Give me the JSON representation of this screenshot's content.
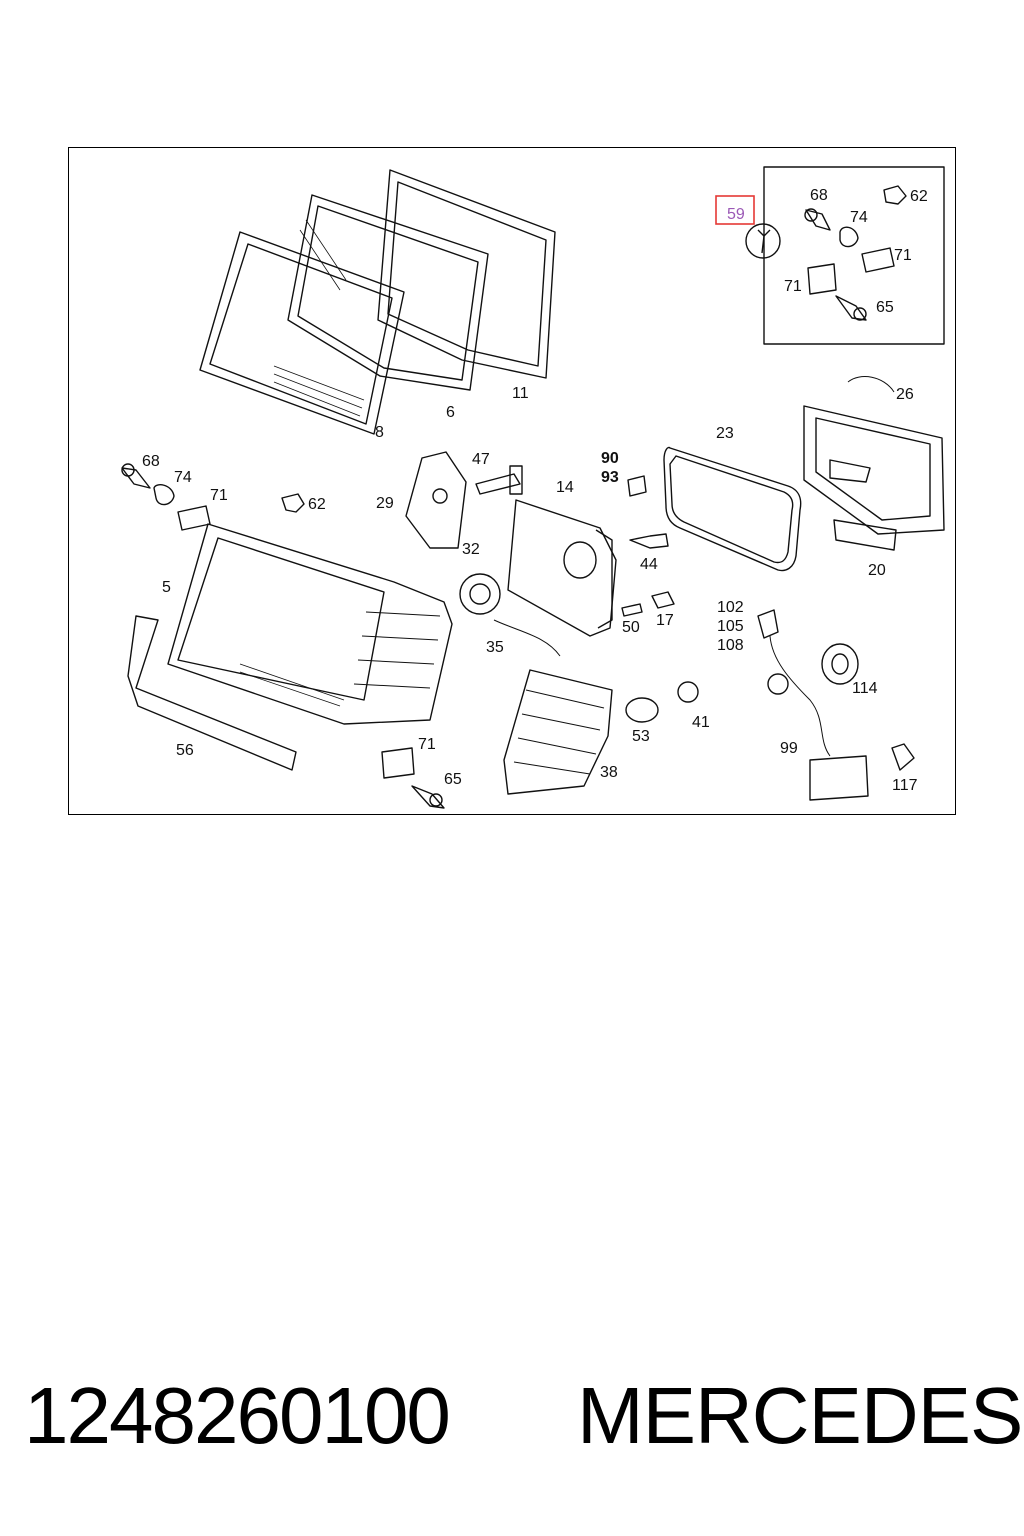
{
  "diagram": {
    "highlighted_label": "59",
    "labels": [
      "68",
      "62",
      "74",
      "71",
      "71",
      "65",
      "26",
      "11",
      "6",
      "8",
      "23",
      "90",
      "93",
      "47",
      "14",
      "68",
      "74",
      "71",
      "62",
      "29",
      "32",
      "44",
      "20",
      "5",
      "35",
      "50",
      "17",
      "102",
      "105",
      "108",
      "114",
      "71",
      "56",
      "53",
      "41",
      "99",
      "65",
      "38",
      "117"
    ]
  },
  "footer": {
    "part_number": "1248260100",
    "brand": "MERCEDES"
  },
  "colors": {
    "highlight_box": "#e53935",
    "highlight_text": "#9b59b6",
    "line": "#111111"
  }
}
